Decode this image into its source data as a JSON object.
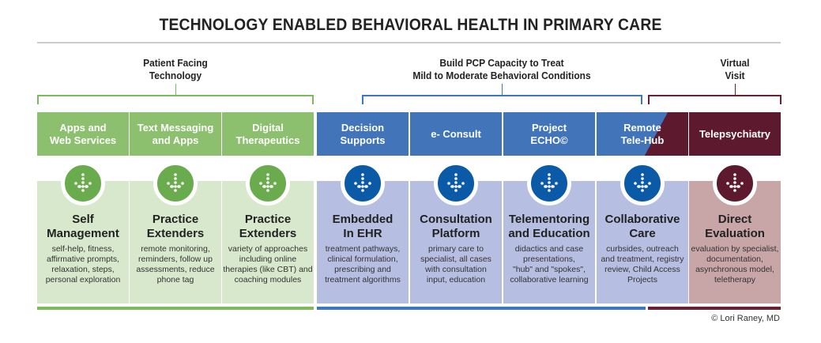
{
  "title": "TECHNOLOGY ENABLED BEHAVIORAL HEALTH IN PRIMARY CARE",
  "groups": [
    {
      "label": "Patient Facing\nTechnology",
      "color": "#7dbb5a"
    },
    {
      "label": "Build PCP Capacity to Treat\nMild to Moderate Behavioral Conditions",
      "color": "#3a78c2"
    },
    {
      "label": "Virtual\nVisit",
      "color": "#6b1f33"
    }
  ],
  "columns": [
    {
      "header": "Apps and\nWeb Services",
      "title": "Self\nManagement",
      "desc": "self-help, fitness,\naffirmative prompts,\nrelaxation, steps,\npersonal exploration",
      "theme": "green"
    },
    {
      "header": "Text Messaging\nand Apps",
      "title": "Practice\nExtenders",
      "desc": "remote monitoring,\nreminders, follow up\nassessments, reduce\nphone tag",
      "theme": "green"
    },
    {
      "header": "Digital\nTherapeutics",
      "title": "Practice\nExtenders",
      "desc": "variety of approaches\nincluding online\ntherapies (like CBT) and\ncoaching modules",
      "theme": "green"
    },
    {
      "header": "Decision\nSupports",
      "title": "Embedded\nIn EHR",
      "desc": "treatment pathways,\nclinical formulation,\nprescribing and\ntreatment algorithms",
      "theme": "blue"
    },
    {
      "header": "e- Consult",
      "title": "Consultation\nPlatform",
      "desc": "primary care to\nspecialist, all cases\nwith consultation\ninput, education",
      "theme": "blue"
    },
    {
      "header": "Project\nECHO©",
      "title": "Telementoring\nand Education",
      "desc": "didactics and case\npresentations,\n\"hub\" and \"spokes\",\ncollaborative learning",
      "theme": "blue"
    },
    {
      "header": "Remote\nTele-Hub",
      "title": "Collaborative\nCare",
      "desc": "curbsides, outreach\nand treatment, registry\nreview, Child Access\nProjects",
      "theme": "split"
    },
    {
      "header": "Telepsychiatry",
      "title": "Direct\nEvaluation",
      "desc": "evaluation by specialist,\ndocumentation,\nasynchronous model,\nteletherapy",
      "theme": "maroon"
    }
  ],
  "colors": {
    "green": {
      "header": "#8cbf6e",
      "body": "#d8e8cc",
      "circle": "#6aab4d"
    },
    "blue": {
      "header": "#4174b9",
      "body": "#b6bfe2",
      "circle": "#0b5aa8"
    },
    "maroon": {
      "header": "#5d1a2f",
      "body": "#c8a6a8",
      "circle": "#5d1a2f"
    }
  },
  "copyright": "© Lori Raney, MD"
}
